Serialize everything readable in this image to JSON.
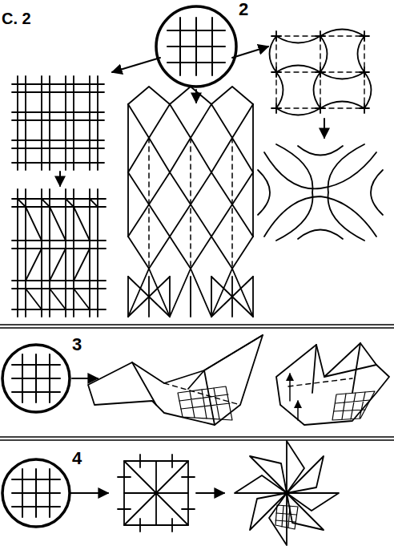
{
  "diagram": {
    "labels": [
      "C. 2",
      "2",
      "3",
      "4"
    ]
  }
}
